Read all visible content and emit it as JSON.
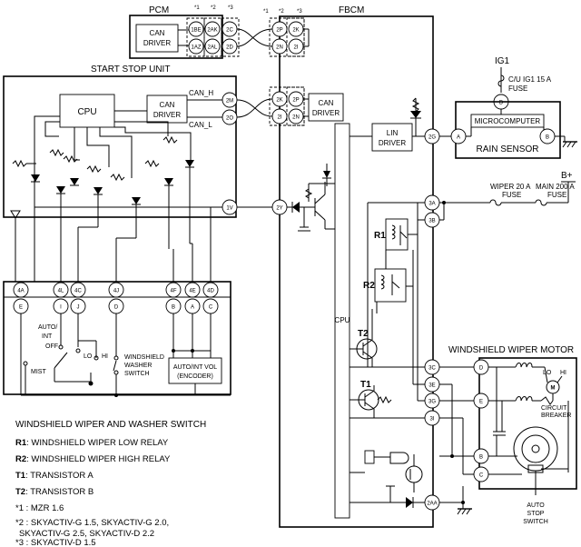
{
  "units": {
    "pcm": "PCM",
    "fbcm": "FBCM",
    "start_stop_unit": "START STOP UNIT",
    "rain_sensor": "RAIN SENSOR",
    "microcomputer": "MICROCOMPUTER",
    "wiper_motor": "WINDSHIELD WIPER MOTOR",
    "wiper_switch": "WINDSHIELD WIPER AND WASHER SWITCH",
    "can_driver_l1": "CAN",
    "can_driver_l2": "DRIVER",
    "lin_l1": "LIN",
    "lin_l2": "DRIVER",
    "cpu": "CPU",
    "cpu_fbcm": "CPU",
    "circuit_breaker_l1": "CIRCUIT",
    "circuit_breaker_l2": "BREAKER",
    "auto_stop_l1": "AUTO",
    "auto_stop_l2": "STOP",
    "auto_stop_l3": "SWITCH"
  },
  "signals": {
    "can_h": "CAN_H",
    "can_l": "CAN_L"
  },
  "power": {
    "ig1": "IG1",
    "cu_ig1_fuse_l1": "C/U IG1 15 A",
    "cu_ig1_fuse_l2": "FUSE",
    "wiper_fuse_l1": "WIPER 20 A",
    "wiper_fuse_l2": "FUSE",
    "main_fuse_l1": "MAIN 200 A",
    "main_fuse_l2": "FUSE",
    "bplus": "B+"
  },
  "pcm_pins": [
    "1BE",
    "2AK",
    "2C",
    "1AZ",
    "2AL",
    "2D"
  ],
  "variant_marks": [
    "*1",
    "*2",
    "*3"
  ],
  "fbcm_pins": {
    "p2P": "2P",
    "p2K": "2K",
    "p2N": "2N",
    "p2I": "2I",
    "p2G": "2G",
    "p2Y": "2Y",
    "p3A": "3A",
    "p3B": "3B",
    "p3C": "3C",
    "p3E": "3E",
    "p3G": "3G",
    "p3I": "3I",
    "p2AA": "2AA"
  },
  "ssu_pins": {
    "p2M": "2M",
    "p2O": "2O",
    "p1V": "1V"
  },
  "rain_pins": {
    "a": "A",
    "b": "B",
    "d": "D"
  },
  "motor_pins": {
    "d": "D",
    "e": "E",
    "b": "B",
    "c": "C",
    "lo": "LO",
    "hi": "HI",
    "m": "M"
  },
  "switch_pins_top": [
    "4A",
    "4L",
    "4C",
    "4J",
    "4F",
    "4E",
    "4D"
  ],
  "switch_pins_bottom": [
    "E",
    "I",
    "J",
    "D",
    "B",
    "A",
    "C"
  ],
  "switch_labels": {
    "auto_int_l1": "AUTO/",
    "auto_int_l2": "INT",
    "off": "OFF",
    "lo": "LO",
    "hi": "HI",
    "mist": "MIST",
    "washer_l1": "WINDSHIELD",
    "washer_l2": "WASHER",
    "washer_l3": "SWITCH",
    "vol_l1": "AUTO/INT VOL",
    "vol_l2": "(ENCODER)"
  },
  "components": {
    "r1": "R1",
    "r2": "R2",
    "t1": "T1",
    "t2": "T2"
  },
  "legend": [
    {
      "key": "R1",
      "text": ": WINDSHIELD WIPER LOW RELAY"
    },
    {
      "key": "R2",
      "text": ": WINDSHIELD WIPER HIGH RELAY"
    },
    {
      "key": "T1",
      "text": ": TRANSISTOR A"
    },
    {
      "key": "T2",
      "text": ": TRANSISTOR B"
    }
  ],
  "notes": [
    "*1 : MZR 1.6",
    "*2 : SKYACTIV-G 1.5, SKYACTIV-G 2.0,",
    "SKYACTIV-G 2.5, SKYACTIV-D 2.2",
    "*3 : SKYACTIV-D 1.5"
  ]
}
